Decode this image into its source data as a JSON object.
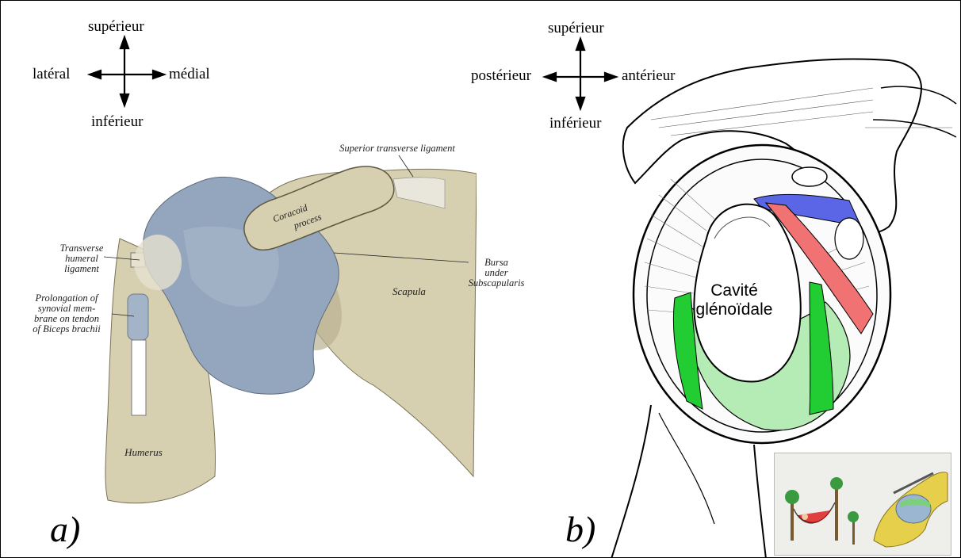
{
  "panel_a": {
    "letter": "a)",
    "directions": {
      "top": "supérieur",
      "left": "latéral",
      "right": "médial",
      "bottom": "inférieur"
    },
    "labels": {
      "superior_transverse_ligament": "Superior transverse ligament",
      "coracoid_process_1": "Coracoid",
      "coracoid_process_2": "process",
      "transverse_humeral_ligament_1": "Transverse",
      "transverse_humeral_ligament_2": "humeral",
      "transverse_humeral_ligament_3": "ligament",
      "prolongation_1": "Prolongation of",
      "prolongation_2": "synovial mem-",
      "prolongation_3": "brane on tendon",
      "prolongation_4": "of Biceps brachii",
      "bursa_1": "Bursa",
      "bursa_2": "under",
      "bursa_3": "Subscapularis",
      "scapula": "Scapula",
      "humerus": "Humerus"
    }
  },
  "panel_b": {
    "letter": "b)",
    "directions": {
      "top": "supérieur",
      "left": "postérieur",
      "right": "antérieur",
      "bottom": "inférieur"
    },
    "cavity_label_1": "Cavité",
    "cavity_label_2": "glénoïdale"
  },
  "colors": {
    "bursa_blue": "#93a6bd",
    "bone": "#d6cfb0",
    "muscle_blue": "#5a66e6",
    "muscle_red": "#f07272",
    "muscle_green": "#22cc33",
    "pale_green": "#b5ecb5"
  }
}
